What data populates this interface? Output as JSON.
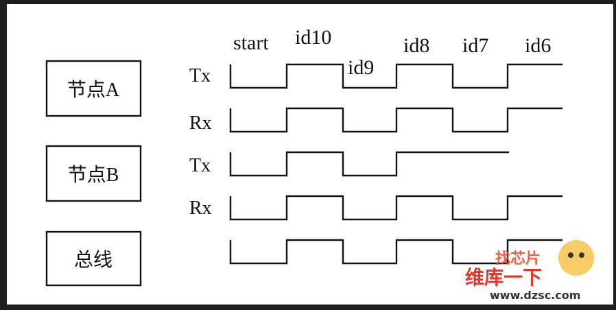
{
  "nodes": [
    {
      "label": "节点A",
      "signals": [
        "Tx",
        "Rx"
      ]
    },
    {
      "label": "节点B",
      "signals": [
        "Tx",
        "Rx"
      ]
    },
    {
      "label": "总线",
      "signals": [
        ""
      ]
    }
  ],
  "bit_labels": [
    "start",
    "id10",
    "id9",
    "id8",
    "id7",
    "id6"
  ],
  "waveforms": {
    "nodeA_tx": [
      0,
      1,
      0,
      1,
      0,
      1
    ],
    "nodeA_rx": [
      0,
      1,
      0,
      1,
      0,
      1
    ],
    "nodeB_tx": [
      0,
      1,
      0,
      1
    ],
    "nodeB_rx": [
      0,
      1,
      0,
      1,
      0,
      1
    ],
    "bus": [
      0,
      1,
      0,
      1,
      0,
      1
    ]
  },
  "watermark": {
    "line1": "维库一下",
    "line2": "www.dzsc.com",
    "line3": "找芯片"
  }
}
